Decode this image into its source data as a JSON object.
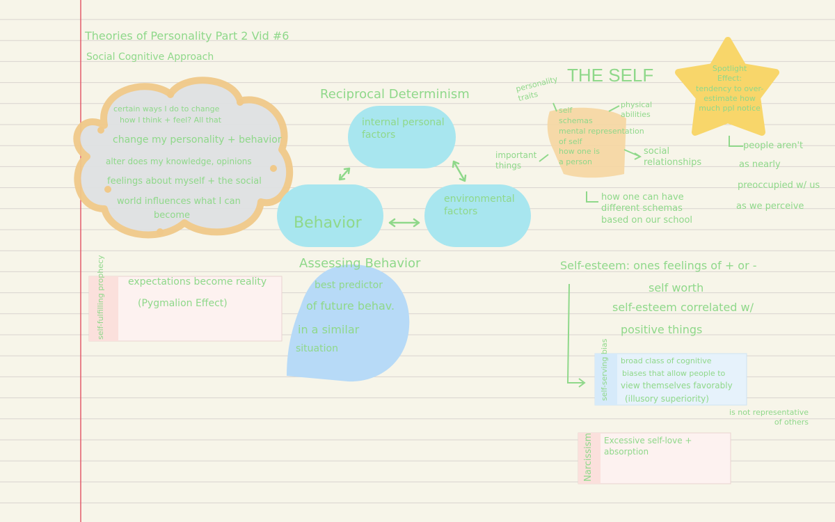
{
  "colors": {
    "paper": "#f7f5e9",
    "rule_line": "#d9d4cf",
    "margin_line": "#e35b6b",
    "ink_green": "#8fd88a",
    "cloud_fill": "#dfe1e3",
    "cloud_border": "#f0c98a",
    "bubble_cyan": "#a8e6ef",
    "bubble_blue": "#b7daf7",
    "star_yellow": "#f8d66a",
    "highlight_orange": "#f5d6a1",
    "note_pink": "#fdf2f0",
    "note_pink_tab": "#fbe0dc",
    "note_blue": "#e6f2fb"
  },
  "header": {
    "line1": "Theories of Personality Part 2 Vid #6",
    "line2": "Social Cognitive Approach"
  },
  "cloud": {
    "lines": [
      "certain ways I do to change",
      "how I think + feel? All that",
      "change my personality + behavior",
      "alter does my knowledge, opinions",
      "feelings about myself + the social",
      "world influences what I can",
      "become"
    ]
  },
  "reciprocal": {
    "title": "Reciprocal Determinism",
    "internal": "internal personal\nfactors",
    "behavior": "Behavior",
    "environmental": "environmental\nfactors"
  },
  "assessing": {
    "title": "Assessing Behavior",
    "lines": [
      "best predictor",
      "of future behav.",
      "in a similar",
      "situation"
    ]
  },
  "self_fulfilling": {
    "tab": "self-fulfilling prophecy",
    "line1": "expectations become reality",
    "line2": "(Pygmalion Effect)"
  },
  "the_self": {
    "title": "THE SELF",
    "personality_traits": "personality\ntraits",
    "center": "self\nschemas\nmental representation\nof self\nhow one is\na person",
    "physical": "physical\nabilities",
    "important": "important\nthings",
    "social": "social\nrelationships",
    "how_one": "how one can have\ndifferent schemas\nbased on our school"
  },
  "spotlight": {
    "star": "Spotlight\nEffect:\ntendency to over-\nestimate how\nmuch ppl notice",
    "lines": [
      "people aren't",
      "as nearly",
      "preoccupied w/ us",
      "as we perceive"
    ]
  },
  "self_esteem": {
    "line1": "Self-esteem: ones feelings of + or -",
    "line2": "self worth",
    "line3": "self-esteem correlated w/",
    "line4": "positive things"
  },
  "self_serving": {
    "tab": "self-serving bias",
    "lines": [
      "broad class of cognitive",
      "biases that allow people to",
      "view themselves favorably",
      "(illusory superiority)"
    ],
    "note": "is not representative\nof others"
  },
  "narcissism": {
    "tab": "Narcissism",
    "lines": [
      "Excessive self-love +",
      "absorption"
    ]
  }
}
